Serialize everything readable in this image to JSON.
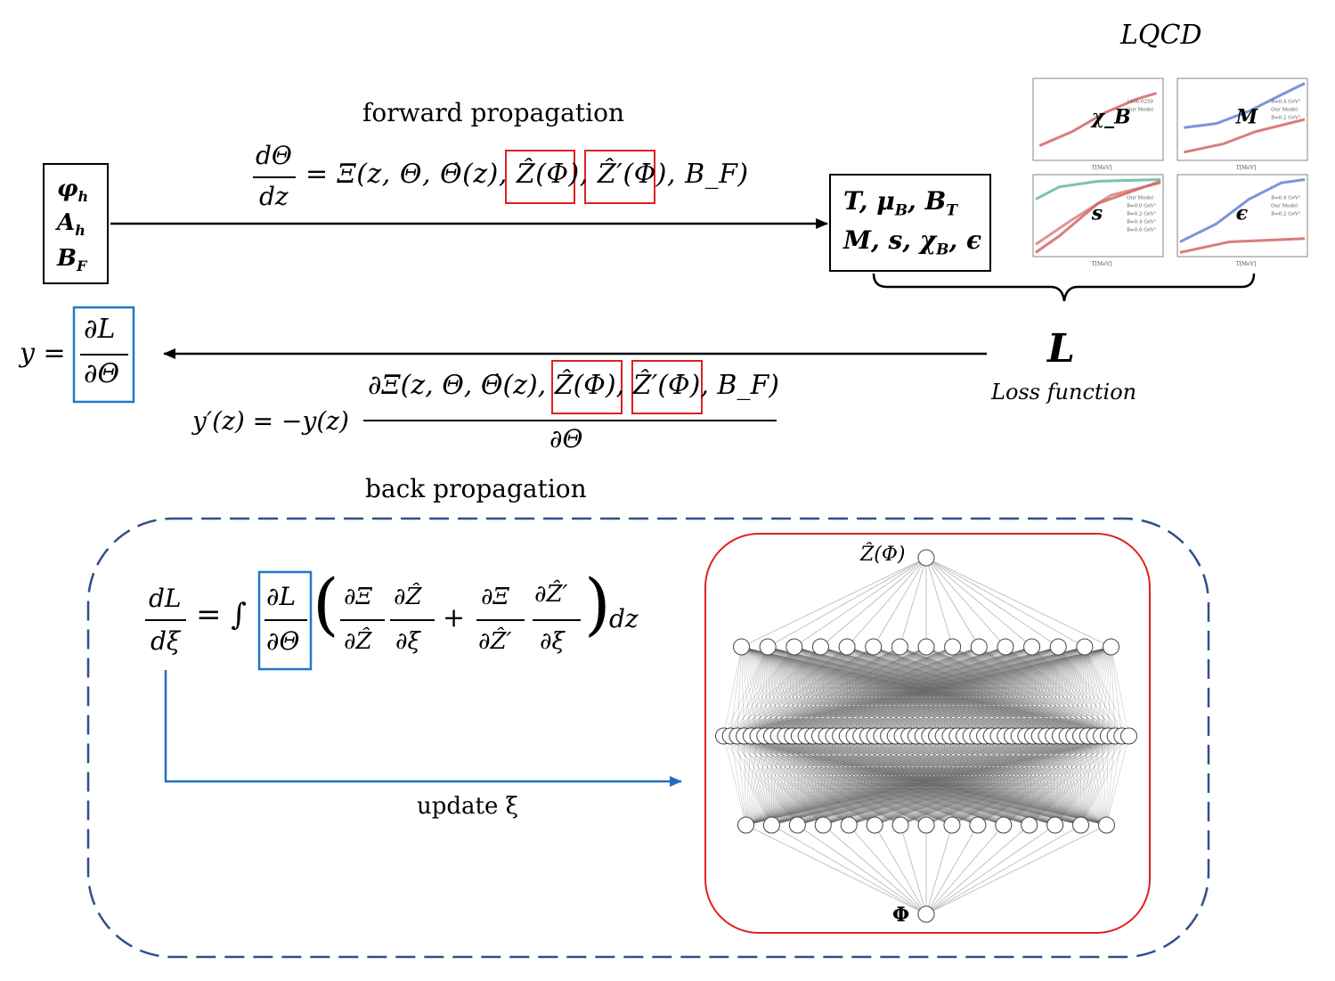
{
  "labels": {
    "lqcd": "LQCD",
    "forward": "forward propagation",
    "back": "back propagation",
    "loss_symbol": "L",
    "loss_text": "Loss function",
    "update": "update ξ",
    "z_node": "Ẑ(Φ)",
    "phi_node": "Φ"
  },
  "input_box": {
    "lines": [
      "φ_h",
      "A_h",
      "B_F"
    ]
  },
  "output_box": {
    "line1": "T, μ_B, B_T",
    "line2": "M, s, χ_B, ϵ"
  },
  "equations": {
    "forward_lhs_num": "dΘ",
    "forward_lhs_den": "dz",
    "forward_rhs": "= Ξ(z, Θ, Θ̇(z), Ẑ(Φ), Ẑ′(Φ), B_F)",
    "y_lhs": "y =",
    "y_num": "∂L",
    "y_den": "∂Θ",
    "back_lhs": "y′(z) = −y(z)",
    "back_num": "∂Ξ(z, Θ, Θ̇(z), Ẑ(Φ), Ẑ′(Φ), B_F)",
    "back_den": "∂Θ",
    "grad_lhs_num": "dL",
    "grad_lhs_den": "dξ",
    "grad_int": "= ∫",
    "grad_box_num": "∂L",
    "grad_box_den": "∂Θ",
    "grad_t1_num": "∂Ξ",
    "grad_t1_den": "∂Ẑ",
    "grad_t2_num": "∂Ẑ",
    "grad_t2_den": "∂ξ",
    "grad_plus": "+",
    "grad_t3_num": "∂Ξ",
    "grad_t3_den": "∂Ẑ′",
    "grad_t4_num": "∂Ẑ′",
    "grad_t4_den": "∂ξ",
    "grad_dz": "dz"
  },
  "thumbnails": [
    {
      "symbol": "χ_B",
      "legend": [
        "1406.0259",
        "Our Model"
      ],
      "xlabel": "T[MeV]"
    },
    {
      "symbol": "M",
      "legend": [
        "B=0.4 GeV²",
        "Our Model",
        "B=0.2 GeV²"
      ],
      "xlabel": "T[MeV]"
    },
    {
      "symbol": "s",
      "legend": [
        "Our Model",
        "B=0.0 GeV²",
        "B=0.2 GeV²",
        "B=0.4 GeV²",
        "B=0.6 GeV²"
      ],
      "xlabel": "T[MeV]"
    },
    {
      "symbol": "ϵ",
      "legend": [
        "B=0.4 GeV²",
        "Our Model",
        "B=0.2 GeV²"
      ],
      "xlabel": "T[MeV]"
    }
  ],
  "network": {
    "layers": [
      1,
      15,
      60,
      15,
      1
    ]
  },
  "colors": {
    "red_box": "#e02020",
    "blue_box": "#1f78c8",
    "dashed": "#2f4f8a",
    "arrow_blue": "#1f6fc0"
  }
}
